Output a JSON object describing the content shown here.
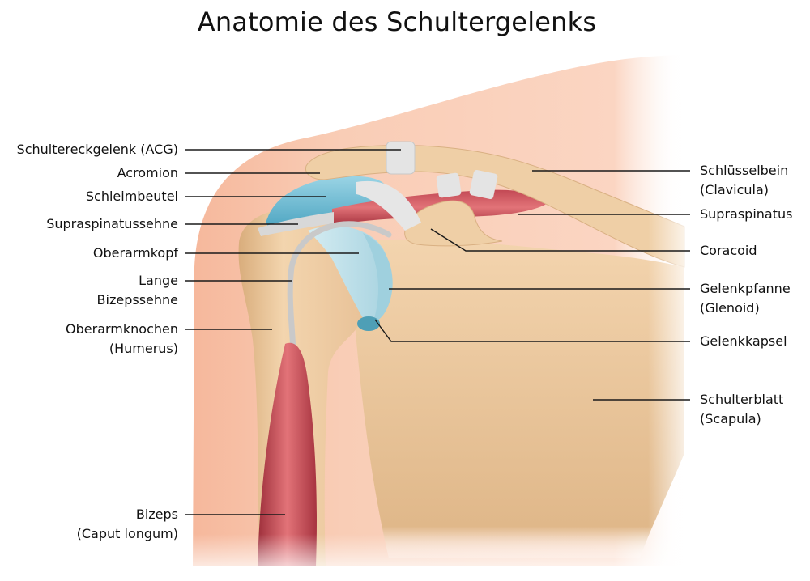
{
  "title": "Anatomie des Schultergelenks",
  "colors": {
    "skin": "#f8c9b0",
    "bone": "#efcfa6",
    "bone_shadow": "#d8ae7e",
    "muscle": "#b8434e",
    "muscle_light": "#e07479",
    "cartilage": "#bfe0ea",
    "bursa": "#6cb9d2",
    "ligament": "#e2e2e2",
    "leader_line": "#1a1a1a"
  },
  "labels_left": [
    {
      "id": "acg",
      "lines": [
        "Schultereckgelenk (ACG)"
      ]
    },
    {
      "id": "acromion",
      "lines": [
        "Acromion"
      ]
    },
    {
      "id": "bursa",
      "lines": [
        "Schleimbeutel"
      ]
    },
    {
      "id": "supraspinatus-tendon",
      "lines": [
        "Supraspinatussehne"
      ]
    },
    {
      "id": "humeral-head",
      "lines": [
        "Oberarmkopf"
      ]
    },
    {
      "id": "biceps-tendon",
      "lines": [
        "Lange",
        "Bizepssehne"
      ]
    },
    {
      "id": "humerus",
      "lines": [
        "Oberarmknochen",
        "(Humerus)"
      ]
    },
    {
      "id": "biceps",
      "lines": [
        "Bizeps",
        "(Caput longum)"
      ]
    }
  ],
  "labels_right": [
    {
      "id": "clavicle",
      "lines": [
        "Schlüsselbein",
        "(Clavicula)"
      ]
    },
    {
      "id": "supraspinatus",
      "lines": [
        "Supraspinatus"
      ]
    },
    {
      "id": "coracoid",
      "lines": [
        "Coracoid"
      ]
    },
    {
      "id": "glenoid",
      "lines": [
        "Gelenkpfanne",
        "(Glenoid)"
      ]
    },
    {
      "id": "capsule",
      "lines": [
        "Gelenkkapsel"
      ]
    },
    {
      "id": "scapula",
      "lines": [
        "Schulterblatt",
        "(Scapula)"
      ]
    }
  ]
}
